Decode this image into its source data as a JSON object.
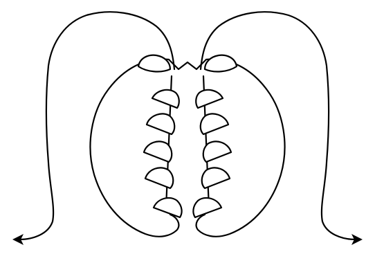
{
  "diagram": {
    "colors": {
      "ink": "#000000",
      "paper": "#ffffff"
    },
    "segments_per_side": 5,
    "parts": [
      {
        "id": "left-outer-loop",
        "icon": "curved-arrow-line"
      },
      {
        "id": "right-outer-loop",
        "icon": "curved-arrow-line"
      },
      {
        "id": "left-inner-loop",
        "icon": "curved-line"
      },
      {
        "id": "right-inner-loop",
        "icon": "curved-line"
      },
      {
        "id": "left-top-cap",
        "icon": "half-disc"
      },
      {
        "id": "right-top-cap",
        "icon": "half-disc"
      },
      {
        "id": "center-v-joint",
        "icon": "v-shape"
      },
      {
        "id": "left-segment-chain",
        "icon": "dome-segments"
      },
      {
        "id": "right-segment-chain",
        "icon": "dome-segments"
      }
    ]
  }
}
